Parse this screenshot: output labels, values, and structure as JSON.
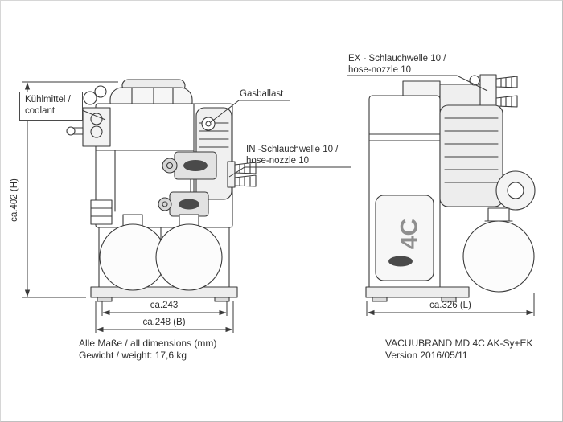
{
  "callouts": {
    "coolant": {
      "line1": "Kühlmittel /",
      "line2": "coolant"
    },
    "gasballast": {
      "label": "Gasballast"
    },
    "inlet": {
      "line1": "IN -Schlauchwelle 10 /",
      "line2": "hose-nozzle 10"
    },
    "exhaust": {
      "line1": "EX - Schlauchwelle 10 /",
      "line2": "hose-nozzle 10"
    }
  },
  "dimensions": {
    "height": "ca.402 (H)",
    "inner_width": "ca.243",
    "overall_width": "ca.248 (B)",
    "overall_length": "ca.326 (L)"
  },
  "model_badge": "4C",
  "notes": {
    "dimensions_note": "Alle Maße / all dimensions (mm)",
    "weight_note": "Gewicht / weight: 17,6 kg"
  },
  "title_block": {
    "model": "VACUUBRAND MD 4C AK-Sy+EK",
    "version": "Version 2016/05/11"
  },
  "colors": {
    "line": "#3a3a3a",
    "badge_gray": "#8f8f8f"
  }
}
